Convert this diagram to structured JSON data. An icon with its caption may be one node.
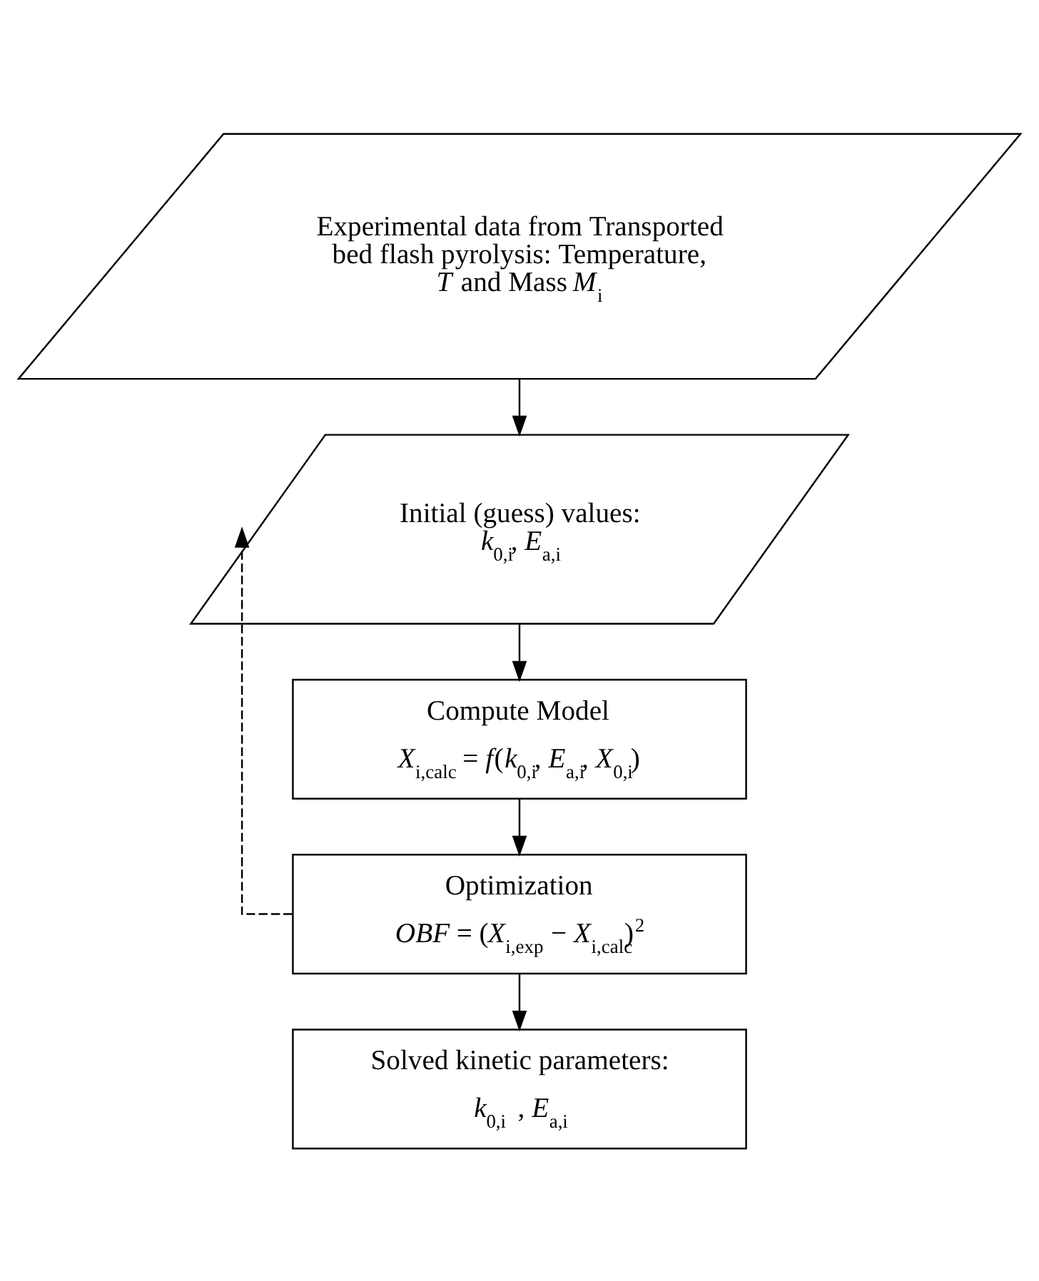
{
  "diagram": {
    "nodes": [
      {
        "text": [
          "Experimental data from Transported bed flash pyrolysis: Temperature, *T* and Mass *M*$_{i}$"
        ]
      },
      {
        "text": [
          "Initial (guess) values:",
          "*k*$_{0,i}$, *E*$_{a,i}$"
        ]
      },
      {
        "text": [
          "Compute Model",
          "*X*$_{i,calc}$ = *f*(*k*$_{0,i}$, *E*$_{a,i}$, *X*$_{0,i}$)"
        ]
      },
      {
        "text": [
          "Optimization",
          "*OBF* = (*X*$_{i,exp}$ − *X*$_{i,calc}$)$^{2}$"
        ]
      },
      {
        "text": [
          "Solved kinetic parameters:",
          "*k*$_{0,i}$ , *E*$_{a,i}$"
        ]
      }
    ],
    "edges": [
      {
        "from": 0,
        "to": 1,
        "arrow": "to"
      },
      {
        "from": 1,
        "to": 2,
        "arrow": "to"
      },
      {
        "from": 2,
        "to": 3,
        "arrow": "to"
      },
      {
        "from": 3,
        "to": 4,
        "arrow": "to"
      },
      {
        "from": 3,
        "to": 1,
        "arrow": "to",
        "style": "dashed"
      }
    ]
  }
}
